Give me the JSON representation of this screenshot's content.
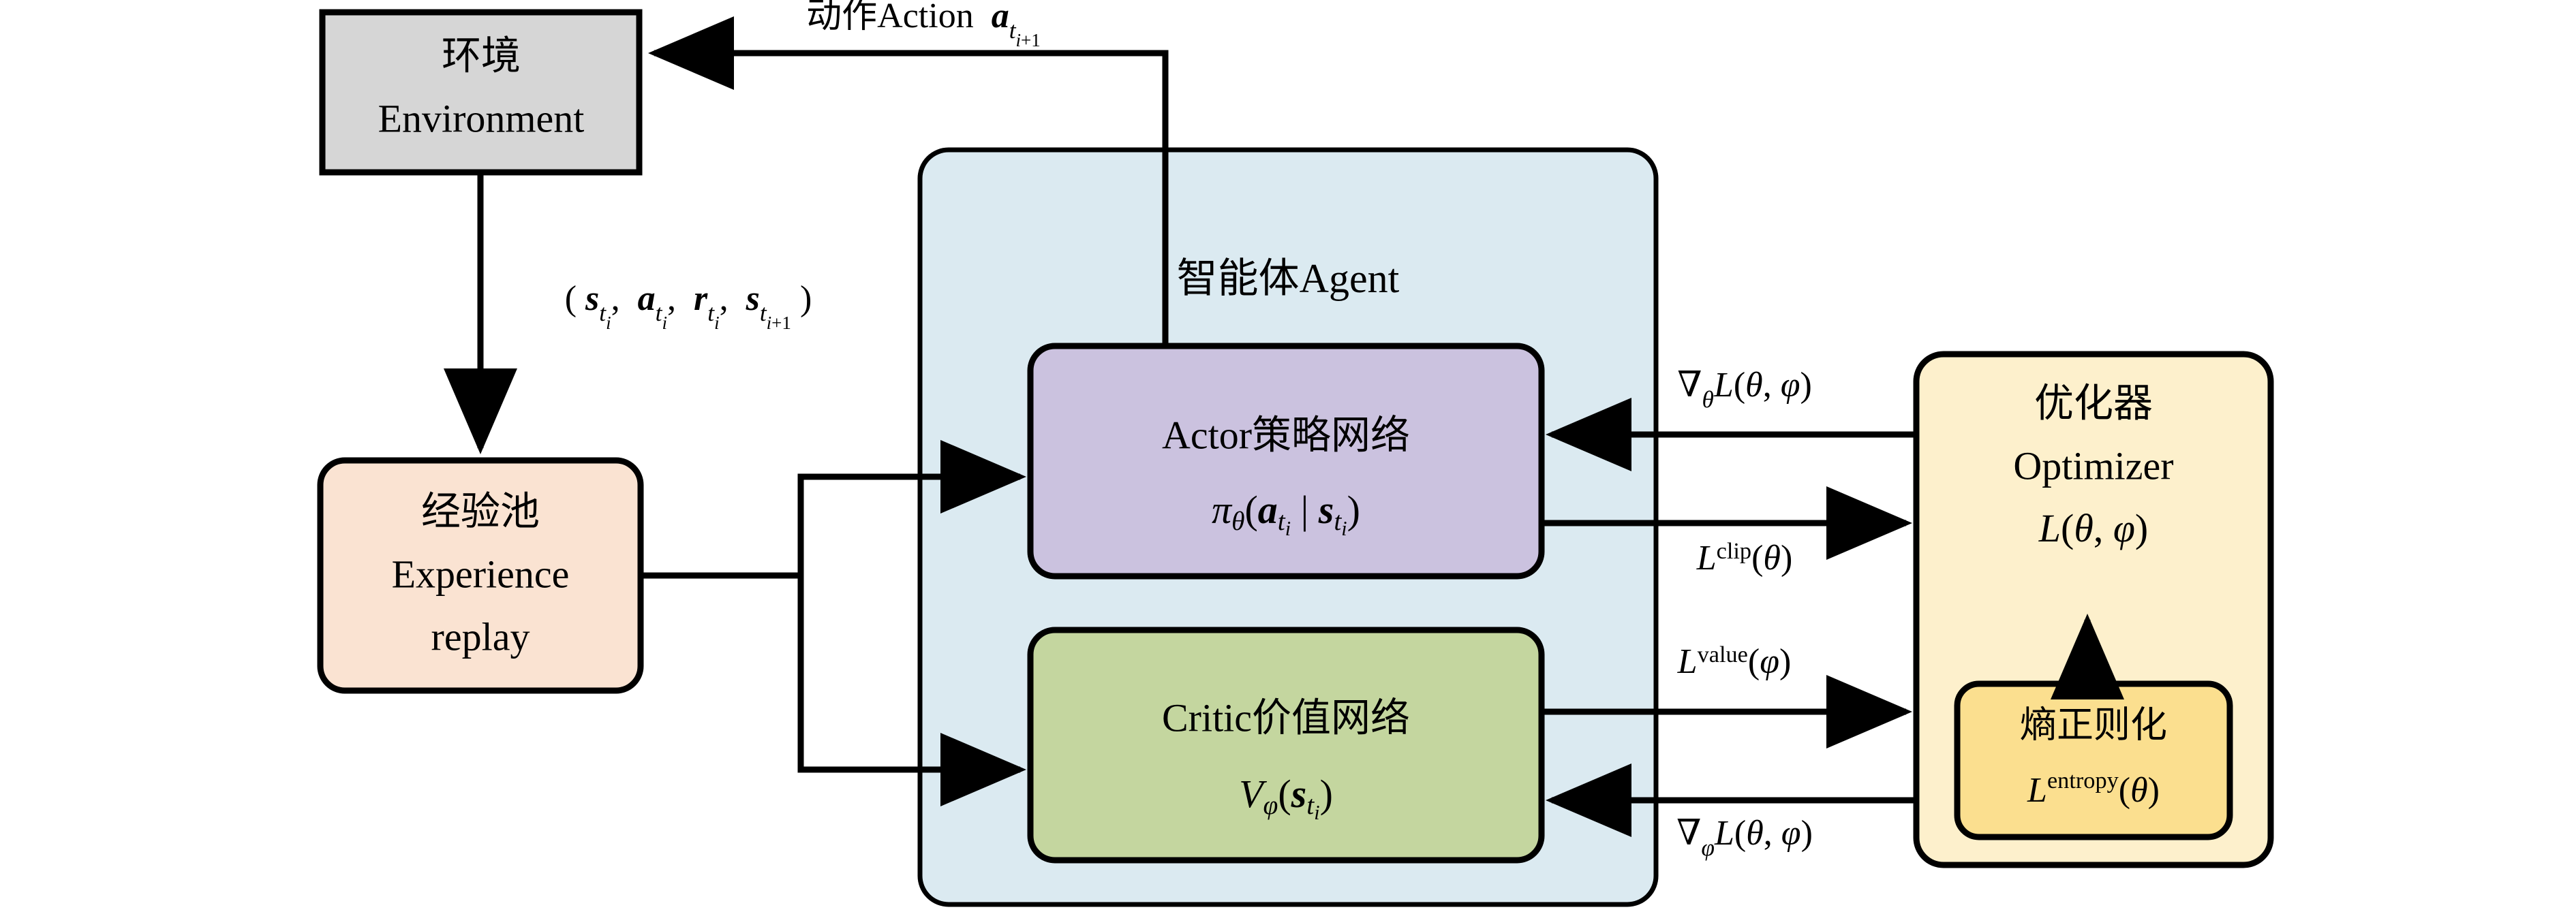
{
  "diagram": {
    "title": "PPO actor-critic training loop",
    "background": "#ffffff",
    "stroke": "#000000"
  },
  "nodes": {
    "environment": {
      "name": "environment",
      "cjk": "环境",
      "latin": "Environment",
      "fill": "#D6D6D6",
      "shape": "rect"
    },
    "experience_replay": {
      "name": "experience-replay",
      "cjk": "经验池",
      "latin_line1": "Experience",
      "latin_line2": "replay",
      "fill": "#FAE3D2",
      "shape": "rounded-rect"
    },
    "agent": {
      "name": "agent",
      "label": "智能体Agent",
      "fill": "#DBEAF1",
      "shape": "rounded-rect"
    },
    "actor": {
      "name": "actor-policy-network",
      "label": "Actor策略网络",
      "formula_main": "π",
      "formula_sub": "θ",
      "formula_rest": "( a | s )",
      "formula_plain": "π_θ( a_{t_i} | s_{t_i} )",
      "fill": "#CBC2DF",
      "shape": "rounded-rect"
    },
    "critic": {
      "name": "critic-value-network",
      "label": "Critic价值网络",
      "formula_plain": "V_φ( s_{t_i} )",
      "fill": "#C4D69F",
      "shape": "rounded-rect"
    },
    "optimizer": {
      "name": "optimizer",
      "cjk": "优化器",
      "latin": "Optimizer",
      "formula_plain": "L(θ, φ)",
      "fill": "#FDF0CC",
      "shape": "rounded-rect"
    },
    "entropy": {
      "name": "entropy-regularization",
      "cjk": "熵正则化",
      "formula_plain": "L^entropy(θ)",
      "fill": "#FBDF8F",
      "shape": "rounded-rect"
    }
  },
  "edges": {
    "action": {
      "name": "action-edge",
      "label_plain": "动作Action  a_{t_{i+1}}",
      "label_cjk": "动作",
      "label_latin": "Action",
      "label_symbol": "a",
      "label_symbol_sub": "t",
      "label_symbol_subsub": "i+1",
      "from": "agent-actor",
      "to": "environment",
      "direction": "left"
    },
    "transition": {
      "name": "transition-tuple-edge",
      "label_plain": "( s_{t_i},  a_{t_i},  r_{t_i},  s_{t_{i+1}} )",
      "from": "environment",
      "to": "experience-replay",
      "direction": "down"
    },
    "replay_to_actor": {
      "name": "replay-to-actor-edge",
      "label_plain": "",
      "from": "experience-replay",
      "to": "actor",
      "direction": "right"
    },
    "replay_to_critic": {
      "name": "replay-to-critic-edge",
      "label_plain": "",
      "from": "experience-replay",
      "to": "critic",
      "direction": "right"
    },
    "grad_theta": {
      "name": "grad-theta-edge",
      "label_plain": "∇_θ L(θ, φ)",
      "from": "optimizer",
      "to": "actor",
      "direction": "left"
    },
    "l_clip": {
      "name": "l-clip-edge",
      "label_plain": "L^clip(θ)",
      "from": "actor",
      "to": "optimizer",
      "direction": "right"
    },
    "l_value": {
      "name": "l-value-edge",
      "label_plain": "L^value(φ)",
      "from": "critic",
      "to": "optimizer",
      "direction": "right"
    },
    "grad_phi": {
      "name": "grad-phi-edge",
      "label_plain": "∇_φ L(θ, φ)",
      "from": "optimizer",
      "to": "critic",
      "direction": "left"
    },
    "entropy_to_optimizer": {
      "name": "entropy-to-optimizer-edge",
      "label_plain": "",
      "from": "entropy",
      "to": "optimizer",
      "direction": "up"
    }
  }
}
